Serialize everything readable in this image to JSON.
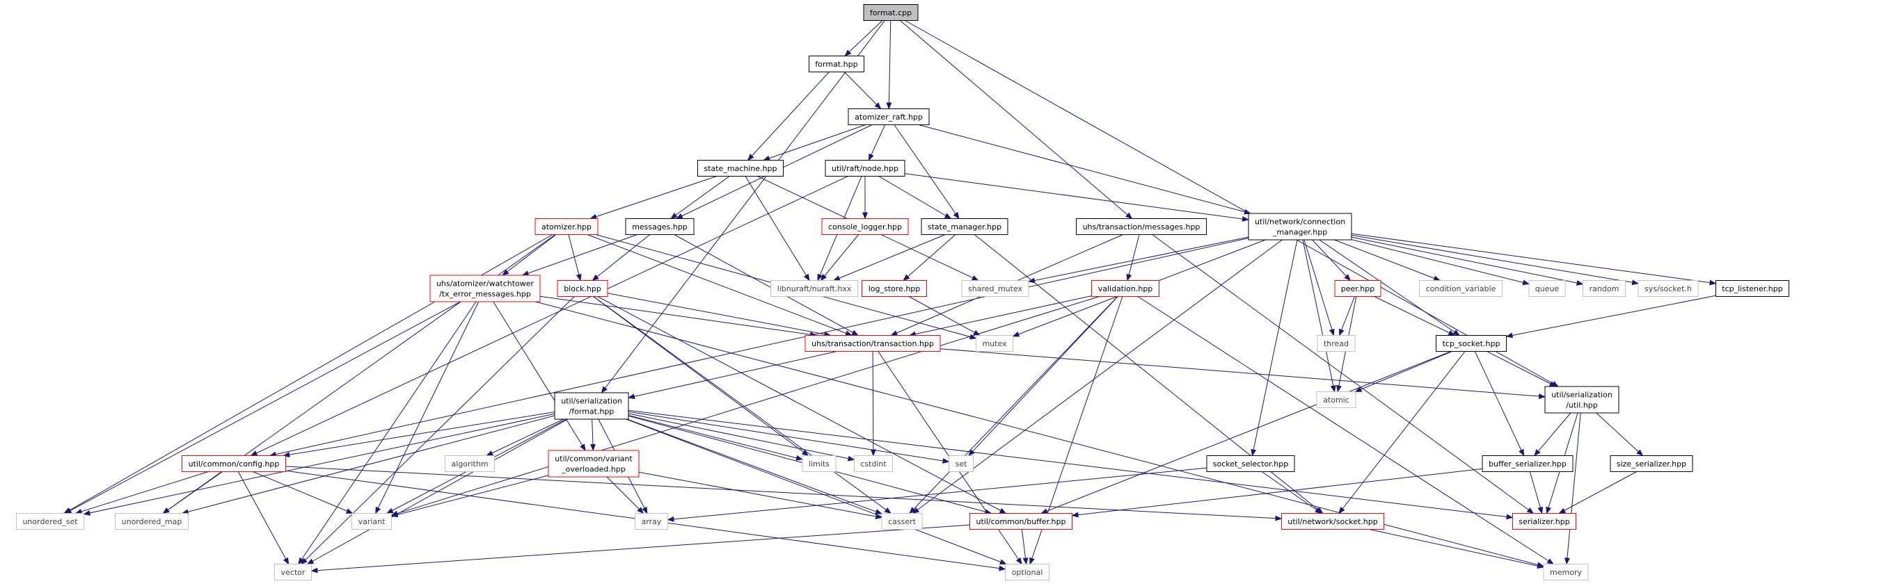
{
  "graph": {
    "colors": {
      "edge": "#191970",
      "root_fill": "#bfbfbf",
      "default_border": "#000000",
      "warning_border": "#ff0000",
      "system_border": "#bfbfbf",
      "system_text": "#404040",
      "node_fill": "#ffffff"
    },
    "nodes": [
      {
        "id": "format_cpp",
        "kind": "root",
        "lines": [
          "format.cpp"
        ]
      },
      {
        "id": "format_hpp",
        "kind": "default",
        "lines": [
          "format.hpp"
        ]
      },
      {
        "id": "atomizer_raft_hpp",
        "kind": "default",
        "lines": [
          "atomizer_raft.hpp"
        ]
      },
      {
        "id": "state_machine_hpp",
        "kind": "default",
        "lines": [
          "state_machine.hpp"
        ]
      },
      {
        "id": "raft_node_hpp",
        "kind": "default",
        "lines": [
          "util/raft/node.hpp"
        ]
      },
      {
        "id": "atomizer_hpp",
        "kind": "warning",
        "lines": [
          "atomizer.hpp"
        ]
      },
      {
        "id": "messages_hpp",
        "kind": "default",
        "lines": [
          "messages.hpp"
        ]
      },
      {
        "id": "console_logger_hpp",
        "kind": "warning",
        "lines": [
          "console_logger.hpp"
        ]
      },
      {
        "id": "state_manager_hpp",
        "kind": "default",
        "lines": [
          "state_manager.hpp"
        ]
      },
      {
        "id": "uhs_tx_messages_hpp",
        "kind": "default",
        "lines": [
          "uhs/transaction/messages.hpp"
        ]
      },
      {
        "id": "connection_manager_hpp",
        "kind": "default",
        "lines": [
          "util/network/connection",
          "_manager.hpp"
        ]
      },
      {
        "id": "watchtower_hpp",
        "kind": "warning",
        "lines": [
          "uhs/atomizer/watchtower",
          "/tx_error_messages.hpp"
        ]
      },
      {
        "id": "block_hpp",
        "kind": "warning",
        "lines": [
          "block.hpp"
        ]
      },
      {
        "id": "libnuraft",
        "kind": "system",
        "lines": [
          "libnuraft/nuraft.hxx"
        ]
      },
      {
        "id": "log_store_hpp",
        "kind": "warning",
        "lines": [
          "log_store.hpp"
        ]
      },
      {
        "id": "shared_mutex",
        "kind": "system",
        "lines": [
          "shared_mutex"
        ]
      },
      {
        "id": "validation_hpp",
        "kind": "warning",
        "lines": [
          "validation.hpp"
        ]
      },
      {
        "id": "peer_hpp",
        "kind": "warning",
        "lines": [
          "peer.hpp"
        ]
      },
      {
        "id": "condition_variable",
        "kind": "system",
        "lines": [
          "condition_variable"
        ]
      },
      {
        "id": "queue",
        "kind": "system",
        "lines": [
          "queue"
        ]
      },
      {
        "id": "random",
        "kind": "system",
        "lines": [
          "random"
        ]
      },
      {
        "id": "sys_socket",
        "kind": "system",
        "lines": [
          "sys/socket.h"
        ]
      },
      {
        "id": "tcp_listener_hpp",
        "kind": "default",
        "lines": [
          "tcp_listener.hpp"
        ]
      },
      {
        "id": "mutex",
        "kind": "system",
        "lines": [
          "mutex"
        ]
      },
      {
        "id": "transaction_hpp",
        "kind": "warning",
        "lines": [
          "uhs/transaction/transaction.hpp"
        ]
      },
      {
        "id": "thread",
        "kind": "system",
        "lines": [
          "thread"
        ]
      },
      {
        "id": "tcp_socket_hpp",
        "kind": "default",
        "lines": [
          "tcp_socket.hpp"
        ]
      },
      {
        "id": "atomic",
        "kind": "system",
        "lines": [
          "atomic"
        ]
      },
      {
        "id": "ser_format_hpp",
        "kind": "default",
        "lines": [
          "util/serialization",
          "/format.hpp"
        ]
      },
      {
        "id": "ser_util_hpp",
        "kind": "default",
        "lines": [
          "util/serialization",
          "/util.hpp"
        ]
      },
      {
        "id": "config_hpp",
        "kind": "warning",
        "lines": [
          "util/common/config.hpp"
        ]
      },
      {
        "id": "algorithm",
        "kind": "system",
        "lines": [
          "algorithm"
        ]
      },
      {
        "id": "variant_overloaded_hpp",
        "kind": "warning",
        "lines": [
          "util/common/variant",
          "_overloaded.hpp"
        ]
      },
      {
        "id": "limits",
        "kind": "system",
        "lines": [
          "limits"
        ]
      },
      {
        "id": "cstdint",
        "kind": "system",
        "lines": [
          "cstdint"
        ]
      },
      {
        "id": "set",
        "kind": "system",
        "lines": [
          "set"
        ]
      },
      {
        "id": "socket_selector_hpp",
        "kind": "default",
        "lines": [
          "socket_selector.hpp"
        ]
      },
      {
        "id": "buffer_serializer_hpp",
        "kind": "default",
        "lines": [
          "buffer_serializer.hpp"
        ]
      },
      {
        "id": "size_serializer_hpp",
        "kind": "default",
        "lines": [
          "size_serializer.hpp"
        ]
      },
      {
        "id": "unordered_set",
        "kind": "system",
        "lines": [
          "unordered_set"
        ]
      },
      {
        "id": "unordered_map",
        "kind": "system",
        "lines": [
          "unordered_map"
        ]
      },
      {
        "id": "variant",
        "kind": "system",
        "lines": [
          "variant"
        ]
      },
      {
        "id": "array",
        "kind": "system",
        "lines": [
          "array"
        ]
      },
      {
        "id": "cassert",
        "kind": "system",
        "lines": [
          "cassert"
        ]
      },
      {
        "id": "buffer_hpp",
        "kind": "warning",
        "lines": [
          "util/common/buffer.hpp"
        ]
      },
      {
        "id": "socket_hpp",
        "kind": "warning",
        "lines": [
          "util/network/socket.hpp"
        ]
      },
      {
        "id": "serializer_hpp",
        "kind": "warning",
        "lines": [
          "serializer.hpp"
        ]
      },
      {
        "id": "vector",
        "kind": "system",
        "lines": [
          "vector"
        ]
      },
      {
        "id": "optional",
        "kind": "system",
        "lines": [
          "optional"
        ]
      },
      {
        "id": "memory",
        "kind": "system",
        "lines": [
          "memory"
        ]
      }
    ],
    "edges": [
      [
        "format_cpp",
        "format_hpp"
      ],
      [
        "format_cpp",
        "atomizer_raft_hpp"
      ],
      [
        "format_cpp",
        "uhs_tx_messages_hpp"
      ],
      [
        "format_cpp",
        "ser_format_hpp"
      ],
      [
        "format_cpp",
        "ser_util_hpp"
      ],
      [
        "format_hpp",
        "atomizer_raft_hpp"
      ],
      [
        "format_hpp",
        "state_machine_hpp"
      ],
      [
        "atomizer_raft_hpp",
        "state_machine_hpp"
      ],
      [
        "atomizer_raft_hpp",
        "raft_node_hpp"
      ],
      [
        "atomizer_raft_hpp",
        "messages_hpp"
      ],
      [
        "atomizer_raft_hpp",
        "state_manager_hpp"
      ],
      [
        "atomizer_raft_hpp",
        "connection_manager_hpp"
      ],
      [
        "state_machine_hpp",
        "atomizer_hpp"
      ],
      [
        "state_machine_hpp",
        "messages_hpp"
      ],
      [
        "state_machine_hpp",
        "libnuraft"
      ],
      [
        "state_machine_hpp",
        "shared_mutex"
      ],
      [
        "raft_node_hpp",
        "console_logger_hpp"
      ],
      [
        "raft_node_hpp",
        "state_manager_hpp"
      ],
      [
        "raft_node_hpp",
        "libnuraft"
      ],
      [
        "raft_node_hpp",
        "connection_manager_hpp"
      ],
      [
        "raft_node_hpp",
        "config_hpp"
      ],
      [
        "atomizer_hpp",
        "watchtower_hpp"
      ],
      [
        "atomizer_hpp",
        "block_hpp"
      ],
      [
        "atomizer_hpp",
        "transaction_hpp"
      ],
      [
        "atomizer_hpp",
        "unordered_set"
      ],
      [
        "atomizer_hpp",
        "unordered_map"
      ],
      [
        "atomizer_hpp",
        "mutex"
      ],
      [
        "messages_hpp",
        "watchtower_hpp"
      ],
      [
        "messages_hpp",
        "block_hpp"
      ],
      [
        "messages_hpp",
        "transaction_hpp"
      ],
      [
        "console_logger_hpp",
        "libnuraft"
      ],
      [
        "state_manager_hpp",
        "libnuraft"
      ],
      [
        "state_manager_hpp",
        "log_store_hpp"
      ],
      [
        "state_manager_hpp",
        "socket_hpp"
      ],
      [
        "uhs_tx_messages_hpp",
        "transaction_hpp"
      ],
      [
        "uhs_tx_messages_hpp",
        "validation_hpp"
      ],
      [
        "uhs_tx_messages_hpp",
        "serializer_hpp"
      ],
      [
        "connection_manager_hpp",
        "shared_mutex"
      ],
      [
        "connection_manager_hpp",
        "peer_hpp"
      ],
      [
        "connection_manager_hpp",
        "condition_variable"
      ],
      [
        "connection_manager_hpp",
        "queue"
      ],
      [
        "connection_manager_hpp",
        "random"
      ],
      [
        "connection_manager_hpp",
        "sys_socket"
      ],
      [
        "connection_manager_hpp",
        "tcp_listener_hpp"
      ],
      [
        "connection_manager_hpp",
        "mutex"
      ],
      [
        "connection_manager_hpp",
        "thread"
      ],
      [
        "connection_manager_hpp",
        "atomic"
      ],
      [
        "connection_manager_hpp",
        "tcp_socket_hpp"
      ],
      [
        "connection_manager_hpp",
        "socket_selector_hpp"
      ],
      [
        "connection_manager_hpp",
        "cassert"
      ],
      [
        "connection_manager_hpp",
        "config_hpp"
      ],
      [
        "watchtower_hpp",
        "transaction_hpp"
      ],
      [
        "watchtower_hpp",
        "variant_overloaded_hpp"
      ],
      [
        "watchtower_hpp",
        "variant"
      ],
      [
        "watchtower_hpp",
        "unordered_set"
      ],
      [
        "watchtower_hpp",
        "vector"
      ],
      [
        "watchtower_hpp",
        "memory"
      ],
      [
        "block_hpp",
        "transaction_hpp"
      ],
      [
        "block_hpp",
        "vector"
      ],
      [
        "block_hpp",
        "limits"
      ],
      [
        "block_hpp",
        "cassert"
      ],
      [
        "block_hpp",
        "buffer_hpp"
      ],
      [
        "log_store_hpp",
        "mutex"
      ],
      [
        "validation_hpp",
        "transaction_hpp"
      ],
      [
        "validation_hpp",
        "set"
      ],
      [
        "validation_hpp",
        "cassert"
      ],
      [
        "validation_hpp",
        "optional"
      ],
      [
        "validation_hpp",
        "variant"
      ],
      [
        "validation_hpp",
        "memory"
      ],
      [
        "peer_hpp",
        "thread"
      ],
      [
        "peer_hpp",
        "atomic"
      ],
      [
        "peer_hpp",
        "tcp_socket_hpp"
      ],
      [
        "tcp_listener_hpp",
        "tcp_socket_hpp"
      ],
      [
        "transaction_hpp",
        "ser_format_hpp"
      ],
      [
        "transaction_hpp",
        "ser_util_hpp"
      ],
      [
        "transaction_hpp",
        "cstdint"
      ],
      [
        "transaction_hpp",
        "optional"
      ],
      [
        "tcp_socket_hpp",
        "ser_util_hpp"
      ],
      [
        "tcp_socket_hpp",
        "atomic"
      ],
      [
        "tcp_socket_hpp",
        "buffer_serializer_hpp"
      ],
      [
        "tcp_socket_hpp",
        "socket_hpp"
      ],
      [
        "tcp_socket_hpp",
        "buffer_hpp"
      ],
      [
        "ser_format_hpp",
        "config_hpp"
      ],
      [
        "ser_format_hpp",
        "algorithm"
      ],
      [
        "ser_format_hpp",
        "variant_overloaded_hpp"
      ],
      [
        "ser_format_hpp",
        "limits"
      ],
      [
        "ser_format_hpp",
        "cstdint"
      ],
      [
        "ser_format_hpp",
        "set"
      ],
      [
        "ser_format_hpp",
        "array"
      ],
      [
        "ser_format_hpp",
        "cassert"
      ],
      [
        "ser_format_hpp",
        "buffer_hpp"
      ],
      [
        "ser_format_hpp",
        "serializer_hpp"
      ],
      [
        "ser_format_hpp",
        "unordered_set"
      ],
      [
        "ser_format_hpp",
        "unordered_map"
      ],
      [
        "ser_format_hpp",
        "variant"
      ],
      [
        "ser_format_hpp",
        "vector"
      ],
      [
        "ser_format_hpp",
        "optional"
      ],
      [
        "ser_util_hpp",
        "buffer_serializer_hpp"
      ],
      [
        "ser_util_hpp",
        "size_serializer_hpp"
      ],
      [
        "ser_util_hpp",
        "serializer_hpp"
      ],
      [
        "ser_util_hpp",
        "memory"
      ],
      [
        "config_hpp",
        "unordered_set"
      ],
      [
        "config_hpp",
        "unordered_map"
      ],
      [
        "config_hpp",
        "variant"
      ],
      [
        "config_hpp",
        "vector"
      ],
      [
        "config_hpp",
        "optional"
      ],
      [
        "config_hpp",
        "socket_hpp"
      ],
      [
        "variant_overloaded_hpp",
        "variant"
      ],
      [
        "variant_overloaded_hpp",
        "array"
      ],
      [
        "variant_overloaded_hpp",
        "cassert"
      ],
      [
        "socket_selector_hpp",
        "socket_hpp"
      ],
      [
        "socket_selector_hpp",
        "array"
      ],
      [
        "buffer_serializer_hpp",
        "serializer_hpp"
      ],
      [
        "buffer_serializer_hpp",
        "buffer_hpp"
      ],
      [
        "size_serializer_hpp",
        "serializer_hpp"
      ],
      [
        "buffer_hpp",
        "vector"
      ],
      [
        "buffer_hpp",
        "optional"
      ],
      [
        "socket_hpp",
        "memory"
      ]
    ]
  }
}
